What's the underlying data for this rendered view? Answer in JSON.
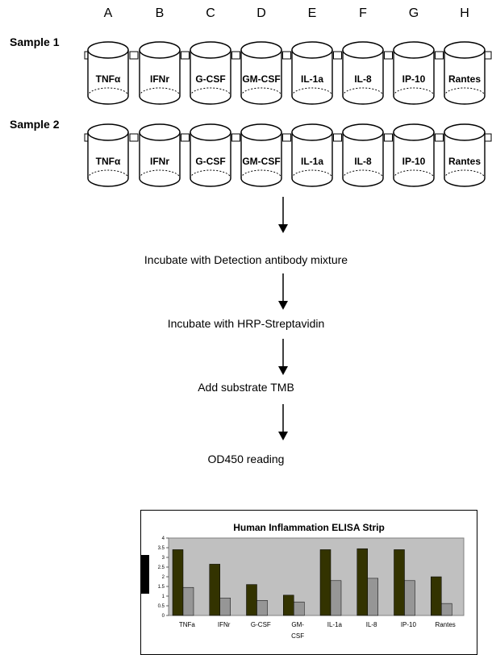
{
  "columns": [
    "A",
    "B",
    "C",
    "D",
    "E",
    "F",
    "G",
    "H"
  ],
  "samples": [
    {
      "label": "Sample 1",
      "wells": [
        "TNFα",
        "IFNr",
        "G-CSF",
        "GM-CSF",
        "IL-1a",
        "IL-8",
        "IP-10",
        "Rantes"
      ]
    },
    {
      "label": "Sample 2",
      "wells": [
        "TNFα",
        "IFNr",
        "G-CSF",
        "GM-CSF",
        "IL-1a",
        "IL-8",
        "IP-10",
        "Rantes"
      ]
    }
  ],
  "steps": [
    "Incubate with Detection antibody mixture",
    "Incubate with HRP-Streptavidin",
    "Add substrate TMB",
    "OD450 reading"
  ],
  "chart_data": {
    "type": "bar",
    "title": "Human Inflammation ELISA Strip",
    "categories": [
      "TNFa",
      "IFNr",
      "G-CSF",
      "GM-CSF",
      "IL-1a",
      "IL-8",
      "IP-10",
      "Rantes"
    ],
    "series": [
      {
        "values": [
          3.4,
          2.65,
          1.6,
          1.05,
          3.4,
          3.45,
          3.4,
          2.0
        ],
        "color": "#333300"
      },
      {
        "values": [
          1.45,
          0.9,
          0.78,
          0.7,
          1.8,
          1.92,
          1.8,
          0.62
        ],
        "color": "#969696"
      }
    ],
    "ylim": [
      0,
      4
    ],
    "yticks": [
      "0",
      "0.5",
      "1",
      "1.5",
      "2",
      "2.5",
      "3",
      "3.5",
      "4"
    ],
    "grid": false,
    "plot_background": "#c0c0c0"
  }
}
